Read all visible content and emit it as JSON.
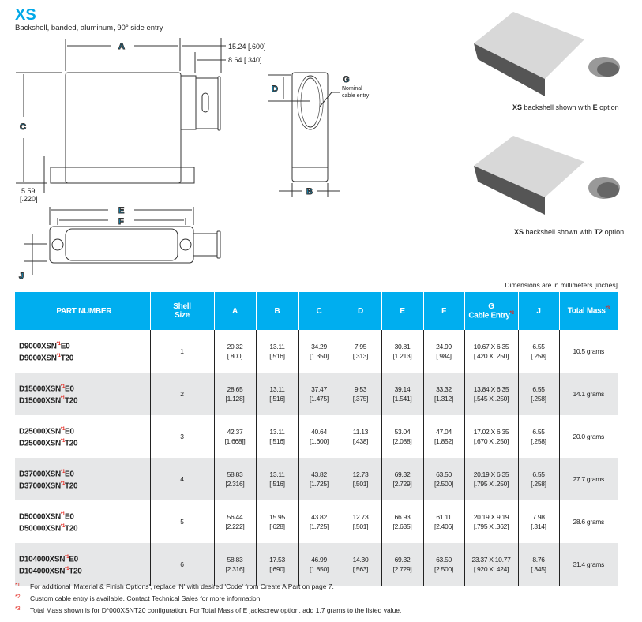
{
  "header": {
    "title": "XS",
    "subtitle": "Backshell, banded, aluminum, 90° side entry"
  },
  "drawing": {
    "labels": {
      "A": "A",
      "B": "B",
      "C": "C",
      "D": "D",
      "E": "E",
      "F": "F",
      "G": "G",
      "J": "J"
    },
    "dim_top1": "15.24 [.600]",
    "dim_top2": "8.64 [.340]",
    "dim_foot": "5.59",
    "dim_foot_in": "[.220]",
    "g_note1": "Nominal",
    "g_note2": "cable entry"
  },
  "photos": [
    {
      "prefix": "XS",
      "text": " backshell shown with ",
      "option": "E",
      "suffix": " option"
    },
    {
      "prefix": "XS",
      "text": " backshell shown with ",
      "option": "T2",
      "suffix": " option"
    }
  ],
  "dimensions_note": "Dimensions are in millimeters [inches]",
  "table": {
    "headers": {
      "part": "PART NUMBER",
      "shell1": "Shell",
      "shell2": "Size",
      "a": "A",
      "b": "B",
      "c": "C",
      "d": "D",
      "e": "E",
      "f": "F",
      "g1": "G",
      "g2": "Cable Entry",
      "g_mark": "*2",
      "j": "J",
      "mass": "Total Mass",
      "mass_mark": "*3"
    },
    "rows": [
      {
        "p1a": "D9000XSN",
        "p1b": "E0",
        "p2a": "D9000XSN",
        "p2b": "T20",
        "m": "*1",
        "shell": "1",
        "a": "20.32",
        "ai": "[.800]",
        "b": "13.11",
        "bi": "[.516]",
        "c": "34.29",
        "ci": "[1.350]",
        "d": "7.95",
        "di": "[.313]",
        "e": "30.81",
        "ei": "[1.213]",
        "f": "24.99",
        "fi": "[.984]",
        "g": "10.67 X 6.35",
        "gi": "[.420 X .250]",
        "j": "6.55",
        "ji": "[.258]",
        "mass": "10.5 grams"
      },
      {
        "p1a": "D15000XSN",
        "p1b": "E0",
        "p2a": "D15000XSN",
        "p2b": "T20",
        "m": "*1",
        "shell": "2",
        "a": "28.65",
        "ai": "[1.128]",
        "b": "13.11",
        "bi": "[.516]",
        "c": "37.47",
        "ci": "[1.475]",
        "d": "9.53",
        "di": "[.375]",
        "e": "39.14",
        "ei": "[1.541]",
        "f": "33.32",
        "fi": "[1.312]",
        "g": "13.84 X 6.35",
        "gi": "[.545 X .250]",
        "j": "6.55",
        "ji": "[.258]",
        "mass": "14.1 grams"
      },
      {
        "p1a": "D25000XSN",
        "p1b": "E0",
        "p2a": "D25000XSN",
        "p2b": "T20",
        "m": "*1",
        "shell": "3",
        "a": "42.37",
        "ai": "[1.668]]",
        "b": "13.11",
        "bi": "[.516]",
        "c": "40.64",
        "ci": "[1.600]",
        "d": "11.13",
        "di": "[.438]",
        "e": "53.04",
        "ei": "[2.088]",
        "f": "47.04",
        "fi": "[1.852]",
        "g": "17.02 X 6.35",
        "gi": "[.670 X .250]",
        "j": "6.55",
        "ji": "[.258]",
        "mass": "20.0 grams"
      },
      {
        "p1a": "D37000XSN",
        "p1b": "E0",
        "p2a": "D37000XSN",
        "p2b": "T20",
        "m": "*1",
        "shell": "4",
        "a": "58.83",
        "ai": "[2.316]",
        "b": "13.11",
        "bi": "[.516]",
        "c": "43.82",
        "ci": "[1.725]",
        "d": "12.73",
        "di": "[.501]",
        "e": "69.32",
        "ei": "[2.729]",
        "f": "63.50",
        "fi": "[2.500]",
        "g": "20.19 X 6.35",
        "gi": "[.795 X .250]",
        "j": "6.55",
        "ji": "[.258]",
        "mass": "27.7 grams"
      },
      {
        "p1a": "D50000XSN",
        "p1b": "E0",
        "p2a": "D50000XSN",
        "p2b": "T20",
        "m": "*1",
        "shell": "5",
        "a": "56.44",
        "ai": "[2.222]",
        "b": "15.95",
        "bi": "[.628]",
        "c": "43.82",
        "ci": "[1.725]",
        "d": "12.73",
        "di": "[.501]",
        "e": "66.93",
        "ei": "[2.635]",
        "f": "61.11",
        "fi": "[2.406]",
        "g": "20.19 X 9.19",
        "gi": "[.795 X .362]",
        "j": "7.98",
        "ji": "[.314]",
        "mass": "28.6 grams"
      },
      {
        "p1a": "D104000XSN",
        "p1b": "E0",
        "p2a": "D104000XSN",
        "p2b": "T20",
        "m": "*1",
        "shell": "6",
        "a": "58.83",
        "ai": "[2.316]",
        "b": "17.53",
        "bi": "[.690]",
        "c": "46.99",
        "ci": "[1.850]",
        "d": "14.30",
        "di": "[.563]",
        "e": "69.32",
        "ei": "[2.729]",
        "f": "63.50",
        "fi": "[2.500]",
        "g": "23.37 X 10.77",
        "gi": "[.920 X .424]",
        "j": "8.76",
        "ji": "[.345]",
        "mass": "31.4 grams"
      }
    ]
  },
  "notes": [
    {
      "mark": "*1",
      "text": "For additional 'Material & Finish Options', replace 'N' with desired 'Code' from Create A Part on page 7."
    },
    {
      "mark": "*2",
      "text": "Custom cable entry is available. Contact Technical Sales for more information."
    },
    {
      "mark": "*3",
      "text": "Total Mass shown is for D*000XSNT20 configuration. For Total Mass of E jackscrew option, add 1.7 grams to the listed value."
    }
  ],
  "colors": {
    "accent": "#00aeef",
    "mark": "#e2231a",
    "row_alt": "#e6e7e8"
  }
}
